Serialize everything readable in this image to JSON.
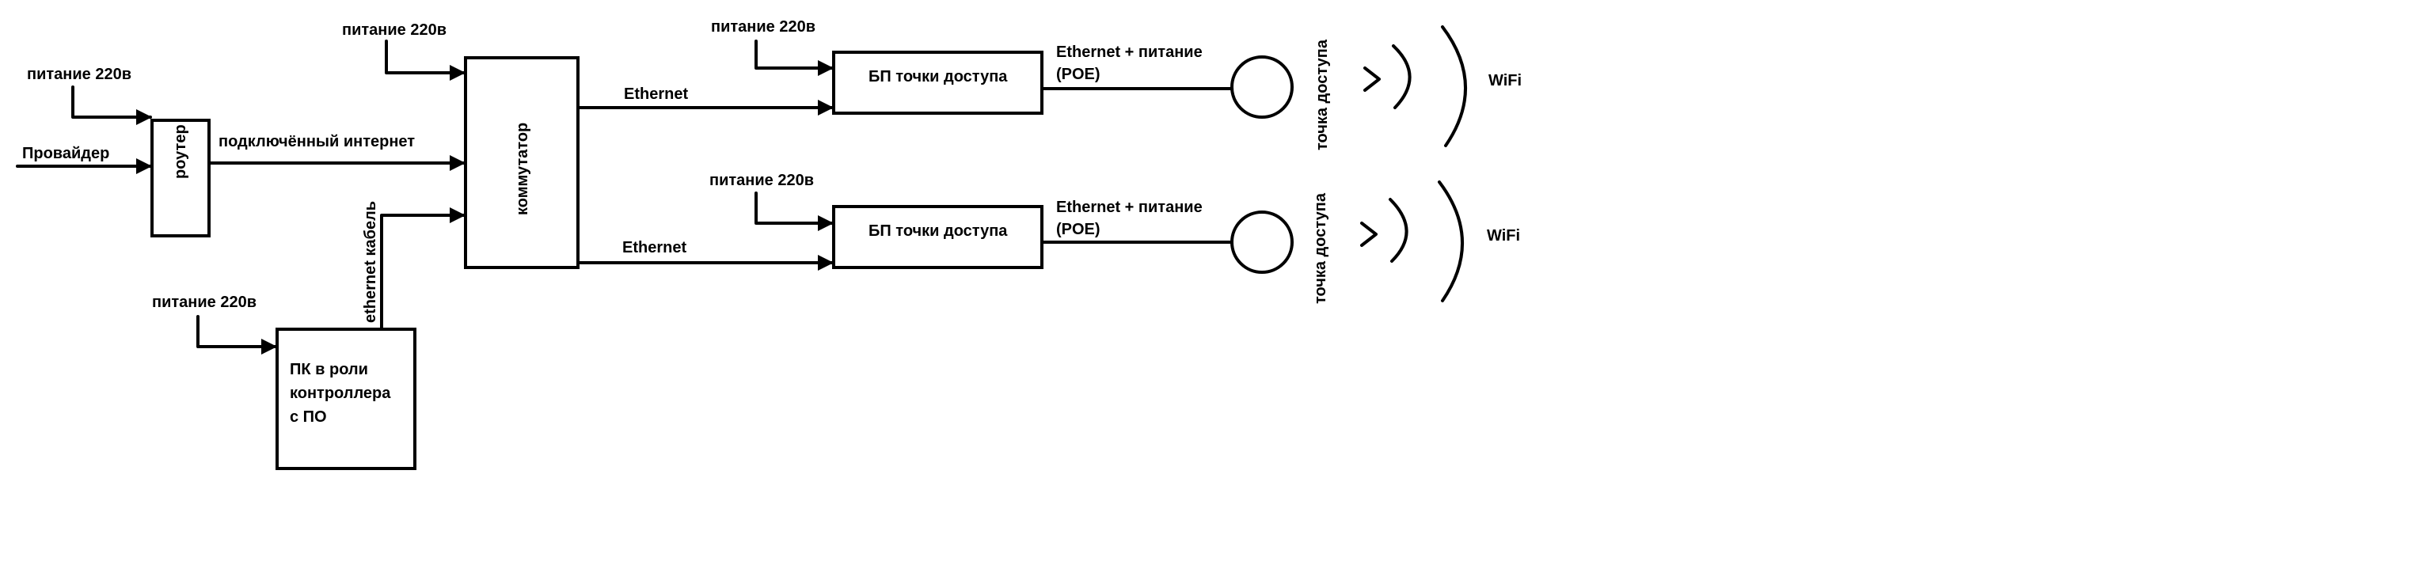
{
  "labels": {
    "provider": "Провайдер",
    "power_router": "питание 220в",
    "router": "роутер",
    "internet_link": "подключённый интернет",
    "power_switch": "питание 220в",
    "switch": "коммутатор",
    "ethernet_cable": "ethernet кабель",
    "power_pc": "питание 220в",
    "pc": [
      "ПК в роли",
      "контроллера",
      "с ПО"
    ],
    "ethernet_top": "Ethernet",
    "ethernet_bottom": "Ethernet",
    "power_psu_top": "питание 220в",
    "power_psu_bottom": "питание 220в",
    "psu_top": "БП точки доступа",
    "psu_bottom": "БП точки доступа",
    "poe_top": [
      "Ethernet + питание",
      "(POE)"
    ],
    "poe_bottom": [
      "Ethernet + питание",
      "(POE)"
    ],
    "ap_top": "точка доступа",
    "ap_bottom": "точка доступа",
    "wifi_top": "WiFi",
    "wifi_bottom": "WiFi"
  }
}
